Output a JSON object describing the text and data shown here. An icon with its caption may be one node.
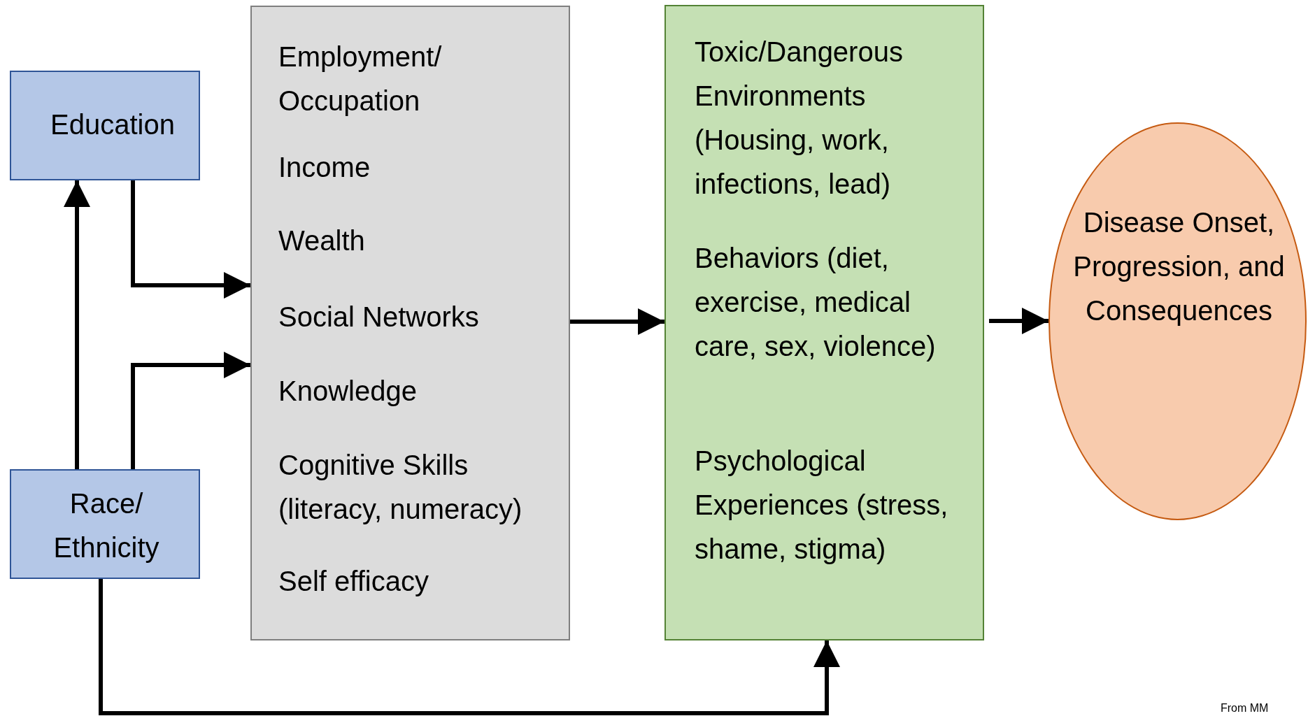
{
  "diagram": {
    "nodes": [
      {
        "text": [
          "Education"
        ]
      },
      {
        "text": [
          "Race/ Ethnicity"
        ]
      },
      {
        "text": [
          "Employment/ Occupation",
          "Income",
          "Wealth",
          "Social Networks",
          "Knowledge",
          "Cognitive Skills (literacy, numeracy)",
          "Self efficacy"
        ]
      },
      {
        "text": [
          "Toxic/Dangerous Environments (Housing, work, infections, lead)",
          "Behaviors (diet, exercise, medical care, sex, violence)",
          "Psychological Experiences (stress, shame, stigma)"
        ]
      },
      {
        "text": [
          "Disease Onset, Progression, and Consequences"
        ]
      }
    ],
    "edges": [
      {
        "from": 1,
        "to": 0,
        "arrow": "to"
      },
      {
        "from": 0,
        "to": 2,
        "arrow": "to"
      },
      {
        "from": 1,
        "to": 2,
        "arrow": "to"
      },
      {
        "from": 2,
        "to": 3,
        "arrow": "to"
      },
      {
        "from": 3,
        "to": 4,
        "arrow": "to"
      },
      {
        "from": 1,
        "to": 3,
        "arrow": "to"
      }
    ],
    "labels": [
      "From MM"
    ]
  }
}
